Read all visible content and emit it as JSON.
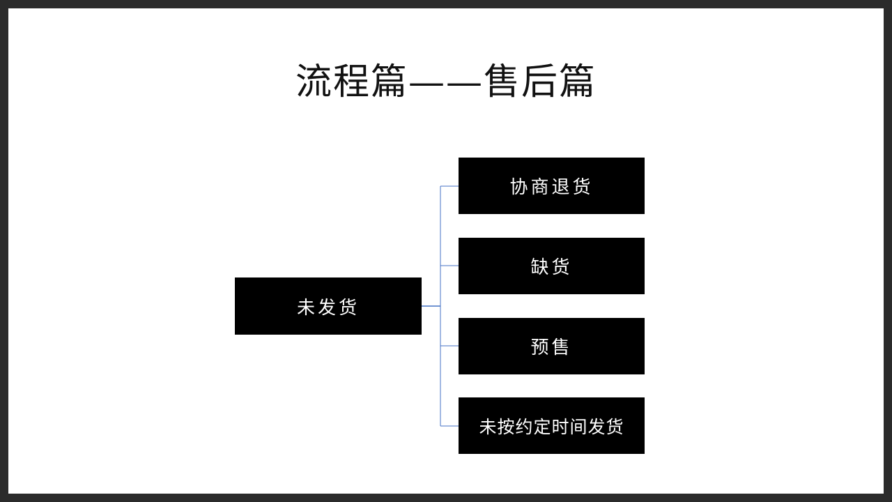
{
  "title": "流程篇——售后篇",
  "diagram": {
    "root": "未发货",
    "children": [
      "协商退货",
      "缺货",
      "预售",
      "未按约定时间发货"
    ]
  },
  "colors": {
    "frame": "#2b2b2b",
    "box_fill": "#000000",
    "box_text": "#ffffff",
    "connector": "#4472c4"
  }
}
